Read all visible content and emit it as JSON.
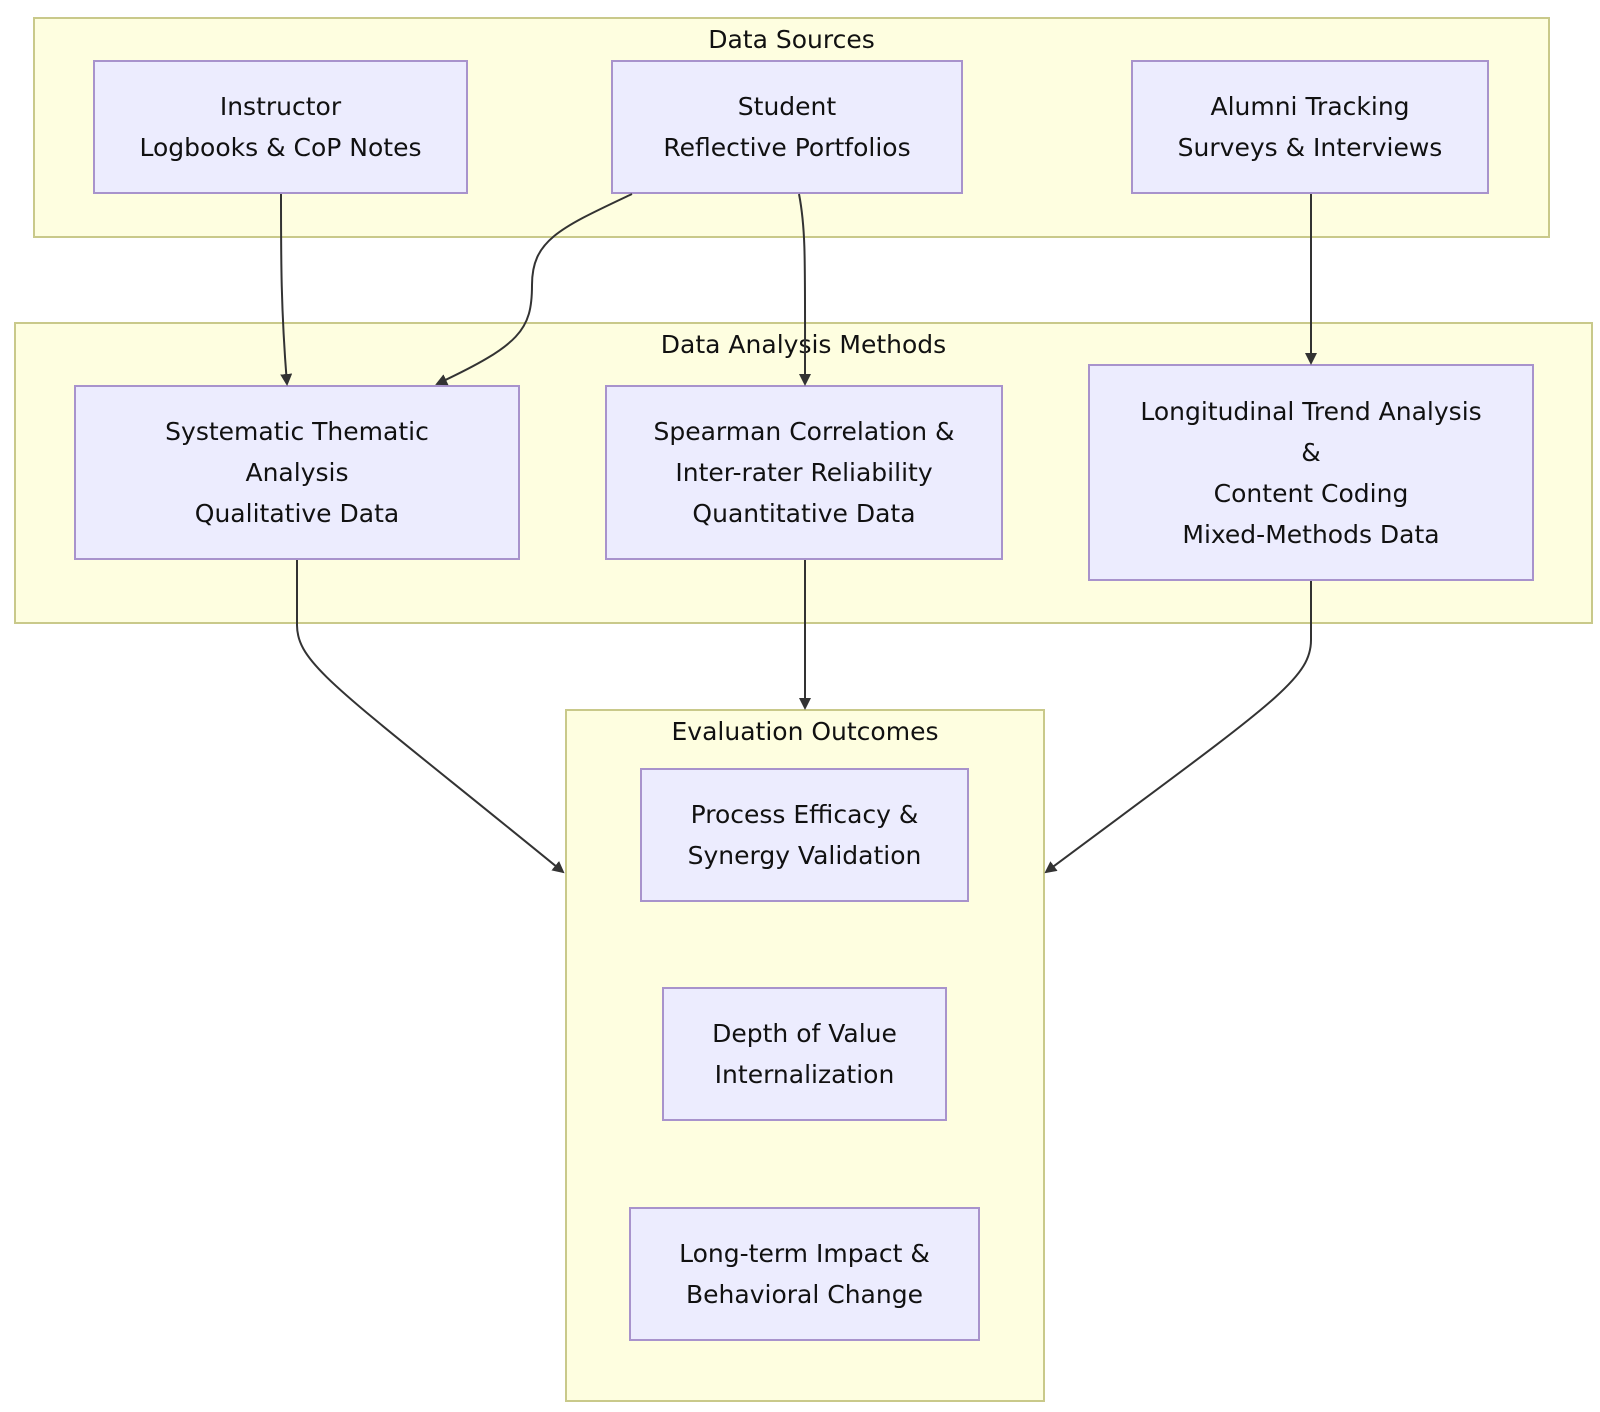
{
  "groups": {
    "sources": {
      "title": "Data Sources"
    },
    "methods": {
      "title": "Data Analysis Methods"
    },
    "outcomes": {
      "title": "Evaluation Outcomes"
    }
  },
  "nodes": {
    "instructor": {
      "lines": [
        "Instructor",
        "Logbooks & CoP Notes"
      ]
    },
    "student": {
      "lines": [
        "Student",
        "Reflective Portfolios"
      ]
    },
    "alumni": {
      "lines": [
        "Alumni Tracking",
        "Surveys & Interviews"
      ]
    },
    "thematic": {
      "lines": [
        "Systematic Thematic",
        "Analysis",
        "Qualitative Data"
      ]
    },
    "spearman": {
      "lines": [
        "Spearman Correlation &",
        "Inter-rater Reliability",
        "Quantitative Data"
      ]
    },
    "longitudinal": {
      "lines": [
        "Longitudinal Trend Analysis",
        "&",
        "Content Coding",
        "Mixed-Methods Data"
      ]
    },
    "efficacy": {
      "lines": [
        "Process Efficacy &",
        "Synergy Validation"
      ]
    },
    "depth": {
      "lines": [
        "Depth of Value",
        "Internalization"
      ]
    },
    "impact": {
      "lines": [
        "Long-term Impact &",
        "Behavioral Change"
      ]
    }
  },
  "edges": [
    {
      "from": "Instructor",
      "to": "Systematic Thematic Analysis"
    },
    {
      "from": "Student",
      "to": "Systematic Thematic Analysis"
    },
    {
      "from": "Student",
      "to": "Spearman Correlation & Inter-rater Reliability"
    },
    {
      "from": "Alumni Tracking",
      "to": "Longitudinal Trend Analysis & Content Coding"
    },
    {
      "from": "Systematic Thematic Analysis",
      "to": "Evaluation Outcomes"
    },
    {
      "from": "Spearman Correlation & Inter-rater Reliability",
      "to": "Evaluation Outcomes"
    },
    {
      "from": "Longitudinal Trend Analysis & Content Coding",
      "to": "Evaluation Outcomes"
    }
  ],
  "colors": {
    "group_fill": "#fefee0",
    "group_border": "#c9c98a",
    "node_fill": "#ececfe",
    "node_border": "#a893cc",
    "edge": "#333333"
  }
}
